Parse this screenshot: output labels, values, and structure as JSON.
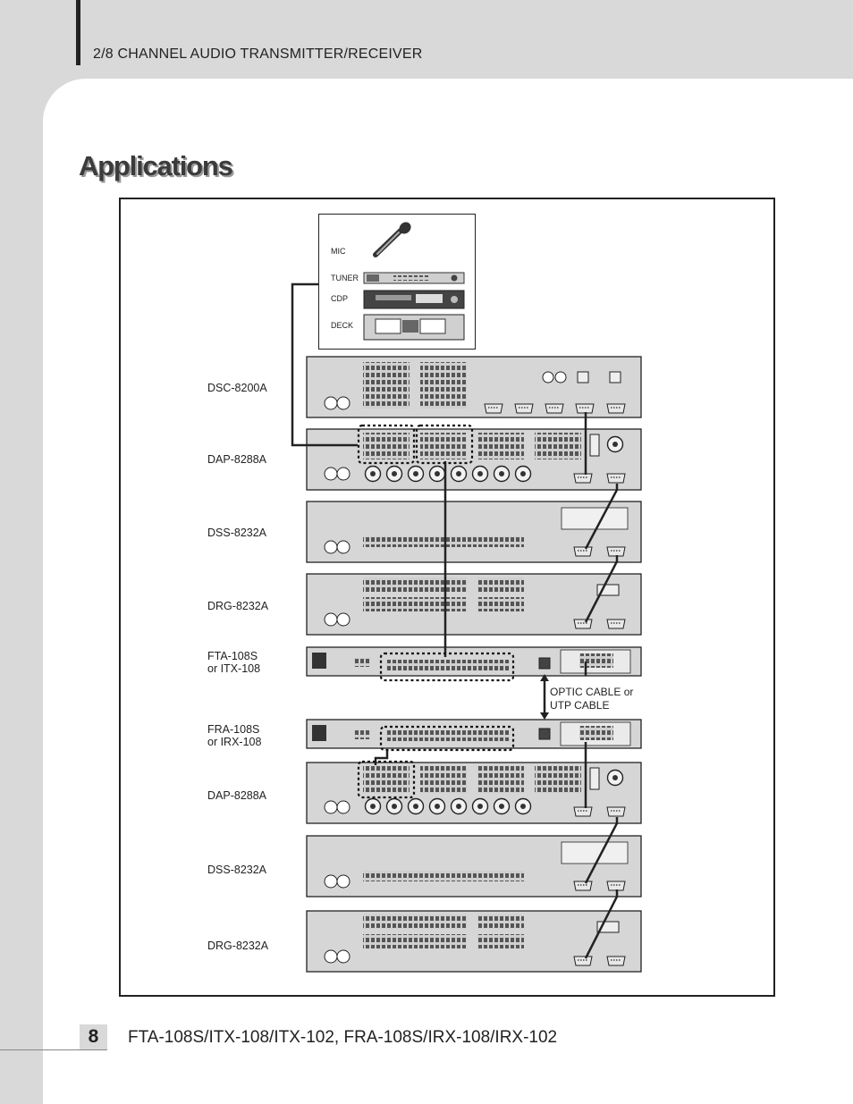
{
  "header": {
    "section_title": "2/8 CHANNEL AUDIO TRANSMITTER/RECEIVER"
  },
  "page": {
    "heading": "Applications"
  },
  "sources": {
    "mic": "MIC",
    "tuner": "TUNER",
    "cdp": "CDP",
    "deck": "DECK"
  },
  "devices": [
    {
      "label": "DSC-8200A"
    },
    {
      "label": "DAP-8288A"
    },
    {
      "label": "DSS-8232A"
    },
    {
      "label": "DRG-8232A"
    },
    {
      "label_line1": "FTA-108S",
      "label_line2": "or ITX-108"
    },
    {
      "label_line1": "FRA-108S",
      "label_line2": "or IRX-108"
    },
    {
      "label": "DAP-8288A"
    },
    {
      "label": "DSS-8232A"
    },
    {
      "label": "DRG-8232A"
    }
  ],
  "cable_note": {
    "line1": "OPTIC CABLE or",
    "line2": "UTP CABLE"
  },
  "footer": {
    "page_number": "8",
    "models": "FTA-108S/ITX-108/ITX-102, FRA-108S/IRX-108/IRX-102"
  },
  "colors": {
    "page_bg": "#d9d9d9",
    "sheet": "#ffffff",
    "panel": "#d6d6d6",
    "ink": "#222222"
  }
}
